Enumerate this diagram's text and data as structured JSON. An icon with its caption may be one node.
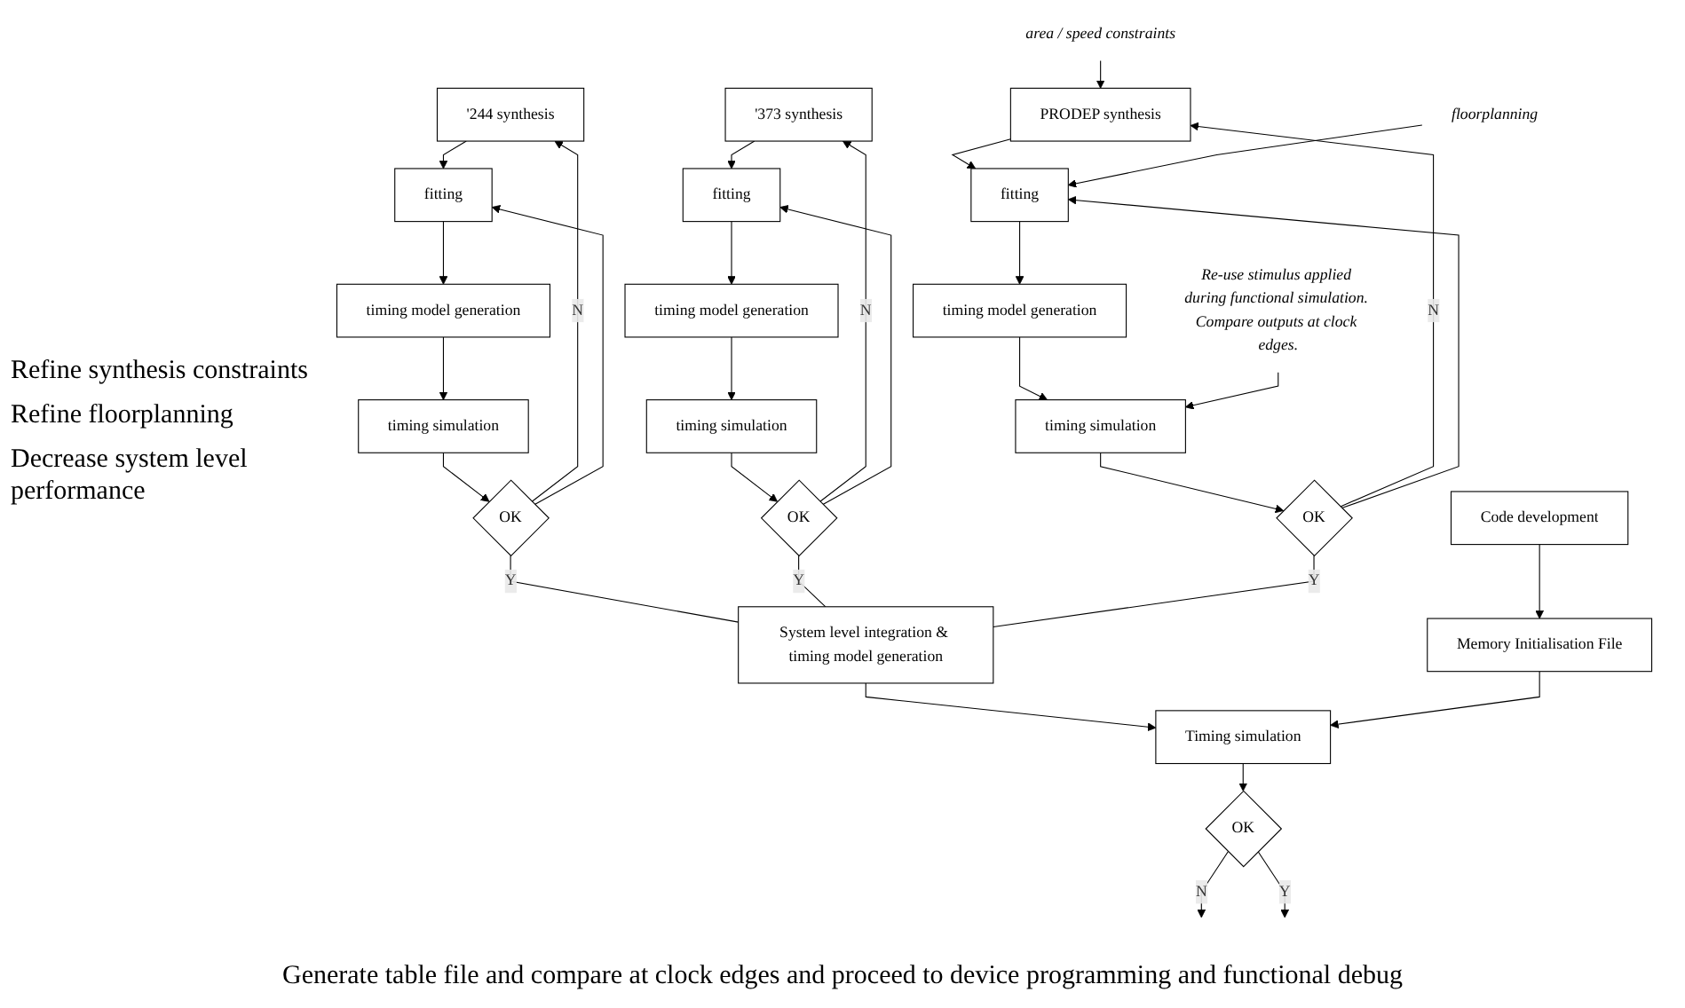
{
  "diagram": {
    "nodes": [
      {
        "text": [
          "'244 synthesis"
        ]
      },
      {
        "text": [
          "fitting"
        ]
      },
      {
        "text": [
          "timing model generation"
        ]
      },
      {
        "text": [
          "timing simulation"
        ]
      },
      {
        "text": [
          "OK"
        ]
      },
      {
        "text": [
          "'373 synthesis"
        ]
      },
      {
        "text": [
          "fitting"
        ]
      },
      {
        "text": [
          "timing model generation"
        ]
      },
      {
        "text": [
          "timing simulation"
        ]
      },
      {
        "text": [
          "OK"
        ]
      },
      {
        "text": [
          "PRODEP synthesis"
        ]
      },
      {
        "text": [
          "fitting"
        ]
      },
      {
        "text": [
          "timing model generation"
        ]
      },
      {
        "text": [
          "timing simulation"
        ]
      },
      {
        "text": [
          "OK"
        ]
      },
      {
        "text": [
          "area / speed constraints"
        ]
      },
      {
        "text": [
          "floorplanning"
        ]
      },
      {
        "text": [
          "Re-use stimulus applied during functional simulation. Compare outputs at clock edges."
        ]
      },
      {
        "text": [
          "System level integration & timing model generation"
        ]
      },
      {
        "text": [
          "Code development"
        ]
      },
      {
        "text": [
          "Memory Initialisation File"
        ]
      },
      {
        "text": [
          "Timing simulation"
        ]
      },
      {
        "text": [
          "OK"
        ]
      }
    ],
    "edges": [
      {
        "from": 0,
        "to": 1,
        "arrow": "to"
      },
      {
        "from": 1,
        "to": 2,
        "arrow": "to"
      },
      {
        "from": 2,
        "to": 3,
        "arrow": "to"
      },
      {
        "from": 3,
        "to": 4,
        "arrow": "to"
      },
      {
        "from": 4,
        "to": 0,
        "arrow": "to",
        "label": "N"
      },
      {
        "from": 4,
        "to": 1,
        "arrow": "to"
      },
      {
        "from": 4,
        "to": 18,
        "arrow": "none",
        "label": "Y"
      },
      {
        "from": 5,
        "to": 6,
        "arrow": "to"
      },
      {
        "from": 6,
        "to": 7,
        "arrow": "to"
      },
      {
        "from": 7,
        "to": 8,
        "arrow": "to"
      },
      {
        "from": 8,
        "to": 9,
        "arrow": "to"
      },
      {
        "from": 9,
        "to": 5,
        "arrow": "to",
        "label": "N"
      },
      {
        "from": 9,
        "to": 6,
        "arrow": "to"
      },
      {
        "from": 9,
        "to": 18,
        "arrow": "none",
        "label": "Y"
      },
      {
        "from": 10,
        "to": 11,
        "arrow": "to"
      },
      {
        "from": 11,
        "to": 12,
        "arrow": "to"
      },
      {
        "from": 12,
        "to": 13,
        "arrow": "to"
      },
      {
        "from": 13,
        "to": 14,
        "arrow": "to"
      },
      {
        "from": 14,
        "to": 10,
        "arrow": "to",
        "label": "N"
      },
      {
        "from": 14,
        "to": 11,
        "arrow": "to"
      },
      {
        "from": 14,
        "to": 18,
        "arrow": "none",
        "label": "Y"
      },
      {
        "from": 15,
        "to": 10,
        "arrow": "to"
      },
      {
        "from": 16,
        "to": 11,
        "arrow": "to"
      },
      {
        "from": 17,
        "to": 13,
        "arrow": "to"
      },
      {
        "from": 18,
        "to": 21,
        "arrow": "to"
      },
      {
        "from": 19,
        "to": 20,
        "arrow": "to"
      },
      {
        "from": 20,
        "to": 21,
        "arrow": "to"
      },
      {
        "from": 21,
        "to": 22,
        "arrow": "to"
      },
      {
        "from": 22,
        "to": null,
        "arrow": "to",
        "label": "N"
      },
      {
        "from": 22,
        "to": null,
        "arrow": "to",
        "label": "Y"
      }
    ],
    "labels": [
      "Refine synthesis constraints",
      "Refine floorplanning",
      "Decrease system level performance",
      "Generate table file and compare at clock edges and proceed to device programming and functional debug"
    ]
  }
}
